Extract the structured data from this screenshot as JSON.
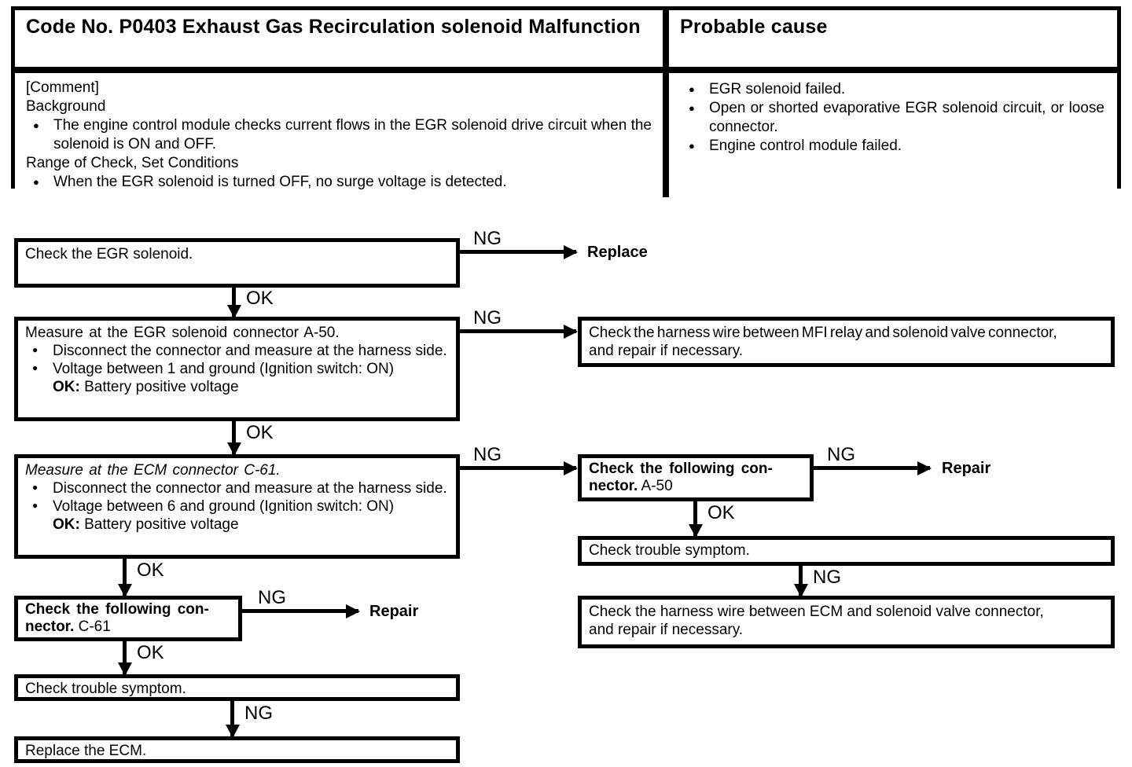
{
  "table": {
    "code_title": "Code No. P0403 Exhaust Gas Recirculation solenoid Malfunction",
    "probable_cause_title": "Probable cause",
    "comment": {
      "tag": "[Comment]",
      "background_label": "Background",
      "background_bullet": "The engine control module checks current flows in the EGR solenoid drive circuit when the solenoid is ON and OFF.",
      "range_label": "Range of Check, Set Conditions",
      "range_bullet": "When the EGR solenoid is turned OFF, no surge voltage is detected."
    },
    "probable_causes": [
      "EGR solenoid failed.",
      "Open or shorted evaporative EGR solenoid circuit, or loose connector.",
      "Engine control module failed."
    ]
  },
  "flowchart": {
    "labels": {
      "ng": "NG",
      "ok": "OK",
      "replace": "Replace",
      "repair": "Repair"
    },
    "check_egr": {
      "text": "Check the EGR solenoid."
    },
    "measure_egr": {
      "title": "Measure at the EGR solenoid connector A-50.",
      "bullet1": "Disconnect the connector and measure at the harness side.",
      "bullet2": "Voltage between 1 and ground (Ignition switch: ON)",
      "ok_label": "OK:",
      "ok_value": "Battery positive voltage"
    },
    "harness_mfi": {
      "line1": "Check the harness wire between MFI relay and solenoid valve connector,",
      "line2": "and repair if necessary."
    },
    "measure_ecm": {
      "title": "Measure at the ECM connector C-61.",
      "bullet1": "Disconnect the connector and measure at the harness side.",
      "bullet2": "Voltage between 6 and ground (Ignition switch: ON)",
      "ok_label": "OK:",
      "ok_value": "Battery positive voltage"
    },
    "conn_a50": {
      "line1": "Check the following con-",
      "line2": "nector.",
      "id": "A-50"
    },
    "conn_c61": {
      "line1": "Check the following con-",
      "line2": "nector.",
      "id": "C-61"
    },
    "check_symptom_right": {
      "text": "Check trouble symptom."
    },
    "harness_ecm": {
      "line1": "Check the harness wire between ECM and solenoid valve connector,",
      "line2": "and repair if necessary."
    },
    "check_symptom_left": {
      "text": "Check trouble symptom."
    },
    "replace_ecm": {
      "text": "Replace the ECM."
    }
  },
  "colors": {
    "ink": "#000000",
    "paper": "#ffffff"
  }
}
